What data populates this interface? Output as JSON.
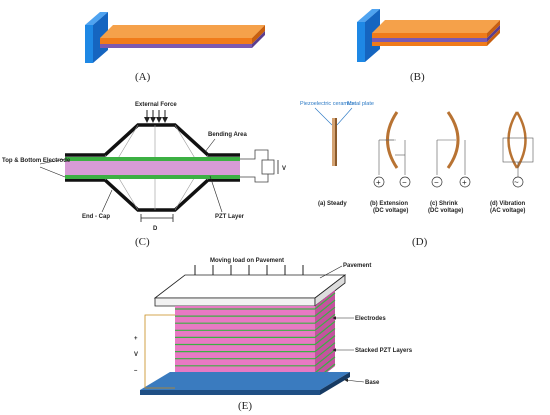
{
  "panels": {
    "A": {
      "caption": "(A)"
    },
    "B": {
      "caption": "(B)"
    },
    "C": {
      "caption": "(C)",
      "labels": {
        "external_force": "External Force",
        "bending_area": "Bending Area",
        "electrode": "Top & Bottom Electrode",
        "end_cap": "End - Cap",
        "pzt_layer": "PZT Layer",
        "d": "D",
        "v": "V"
      }
    },
    "D": {
      "caption": "(D)",
      "labels": {
        "piezo": "Piezoelectric ceramics",
        "metal": "Metal plate"
      },
      "states": [
        {
          "title": "(a) Steady",
          "sub": ""
        },
        {
          "title": "(b) Extension",
          "sub": "(DC voltage)"
        },
        {
          "title": "(c) Shrink",
          "sub": "(DC voltage)"
        },
        {
          "title": "(d) Vibration",
          "sub": "(AC voltage)"
        }
      ]
    },
    "E": {
      "caption": "(E)",
      "labels": {
        "moving_load": "Moving load on Pavement",
        "pavement": "Pavement",
        "electrodes": "Electrodes",
        "stacked": "Stacked PZT Layers",
        "base": "Base",
        "v": "V",
        "plus": "+",
        "minus": "–"
      }
    }
  },
  "colors": {
    "block_blue": "#1e88e5",
    "orange": "#f07b1a",
    "purple": "#7b5ab0",
    "green_layer": "#3cb043",
    "pink": "#e879c4",
    "steel_blue": "#3a7bbf",
    "copper": "#b87333"
  }
}
